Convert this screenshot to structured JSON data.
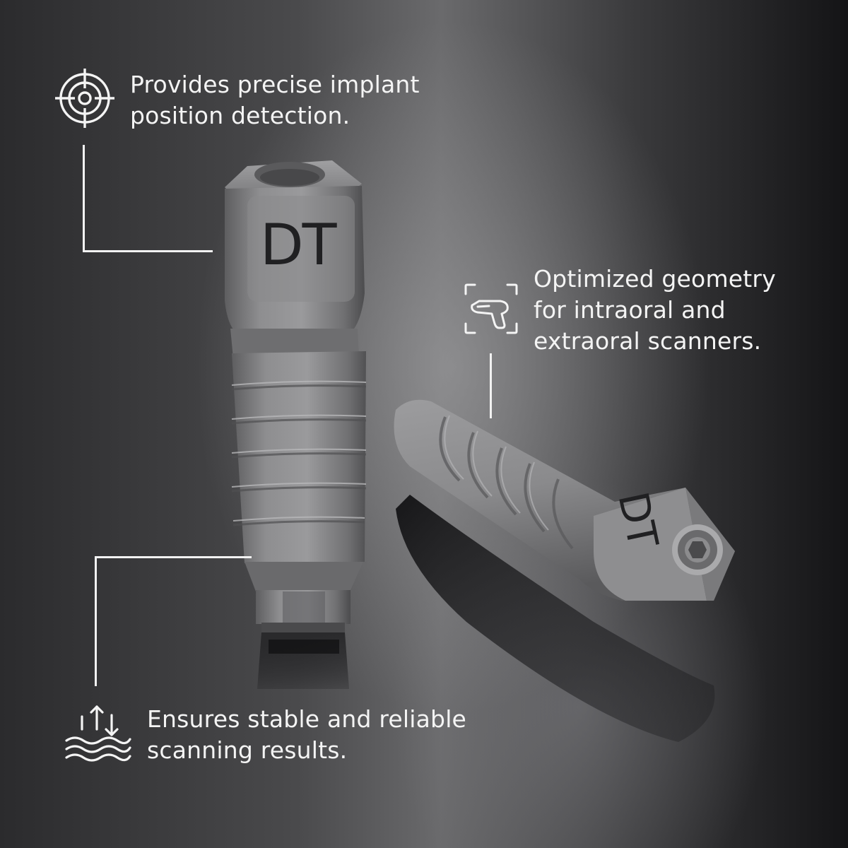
{
  "callouts": [
    {
      "id": "precision",
      "icon": "target-crosshair-icon",
      "lines": [
        "Provides precise implant",
        "position detection."
      ]
    },
    {
      "id": "geometry",
      "icon": "scanner-frame-icon",
      "lines": [
        "Optimized geometry",
        "for intraoral and",
        "extraoral scanners."
      ]
    },
    {
      "id": "stability",
      "icon": "waves-arrows-icon",
      "lines": [
        "Ensures stable and reliable",
        "scanning results."
      ]
    }
  ],
  "product": {
    "engraving": "DT",
    "items": [
      "upright-scan-body",
      "lying-scan-body"
    ]
  },
  "colors": {
    "text": "#f4f4f4",
    "line": "#f2f2f2",
    "metal": "#8c8c8e",
    "background_dark": "#141416"
  }
}
